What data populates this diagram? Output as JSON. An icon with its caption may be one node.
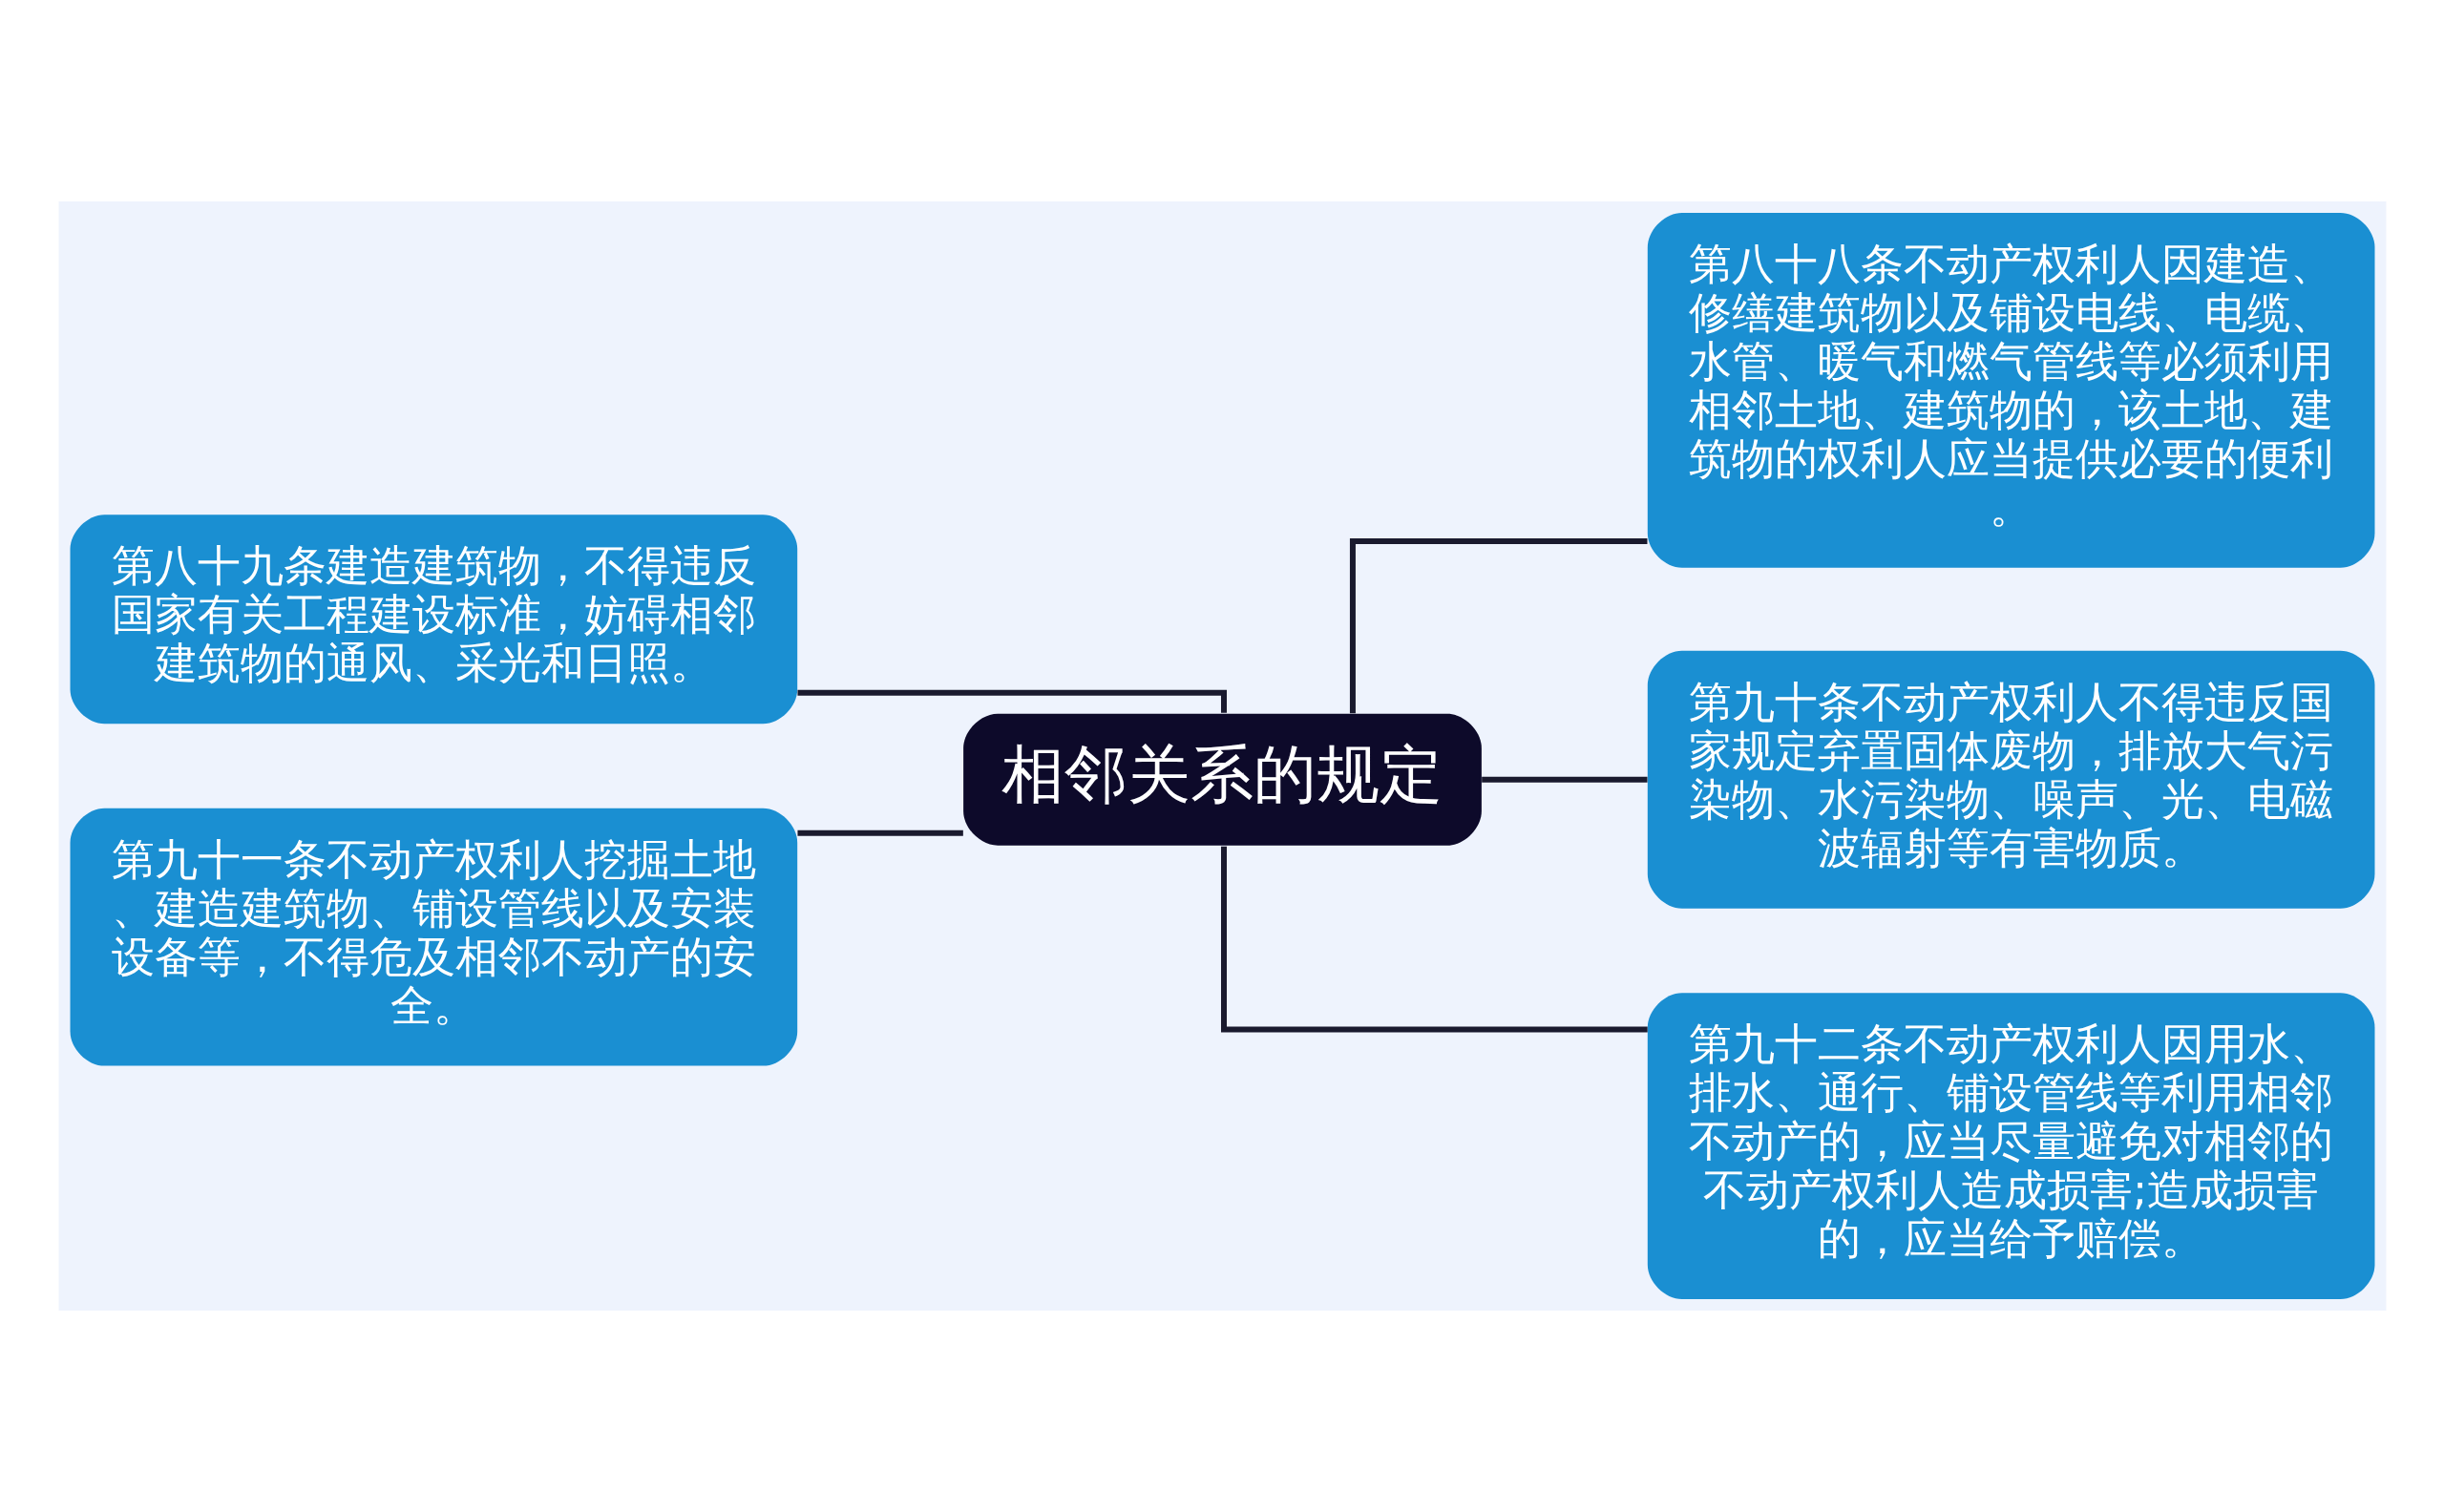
{
  "diagram": {
    "nodes": [
      {
        "text": [
          "相邻关系的规定"
        ]
      },
      {
        "text": [
          "第八十九条建造建筑物，不得违反国家有关工程建设标准，妨碍相邻建筑物的通风、采光和日照。"
        ]
      },
      {
        "text": [
          "第九十一条不动产权利人挖掘土地、建造建筑物、铺设管线以及安装设备等，不得危及相邻不动产的安全。"
        ]
      },
      {
        "text": [
          "第八十八条不动产权利人因建造、修缮建筑物以及铺设电线、电缆、水管、暖气和燃气管线等必须利用相邻土地、建筑物的，该土地、建筑物的权利人应当提供必要的便利。"
        ]
      },
      {
        "text": [
          "第九十条不动产权利人不得违反国家规定弃置固体废物，排放大气污染物、水污染物、噪声、光、电磁波辐射等有害物质。"
        ]
      },
      {
        "text": [
          "第九十二条不动产权利人因用水、排水、通行、铺设管线等利用相邻不动产的，应当尽量避免对相邻的不动产权利人造成损害;造成损害的，应当给予赔偿。"
        ]
      }
    ],
    "edges": [
      {
        "from": 0,
        "to": 1,
        "arrow": "none"
      },
      {
        "from": 0,
        "to": 2,
        "arrow": "none"
      },
      {
        "from": 0,
        "to": 3,
        "arrow": "none"
      },
      {
        "from": 0,
        "to": 4,
        "arrow": "none"
      },
      {
        "from": 0,
        "to": 5,
        "arrow": "none"
      }
    ]
  }
}
